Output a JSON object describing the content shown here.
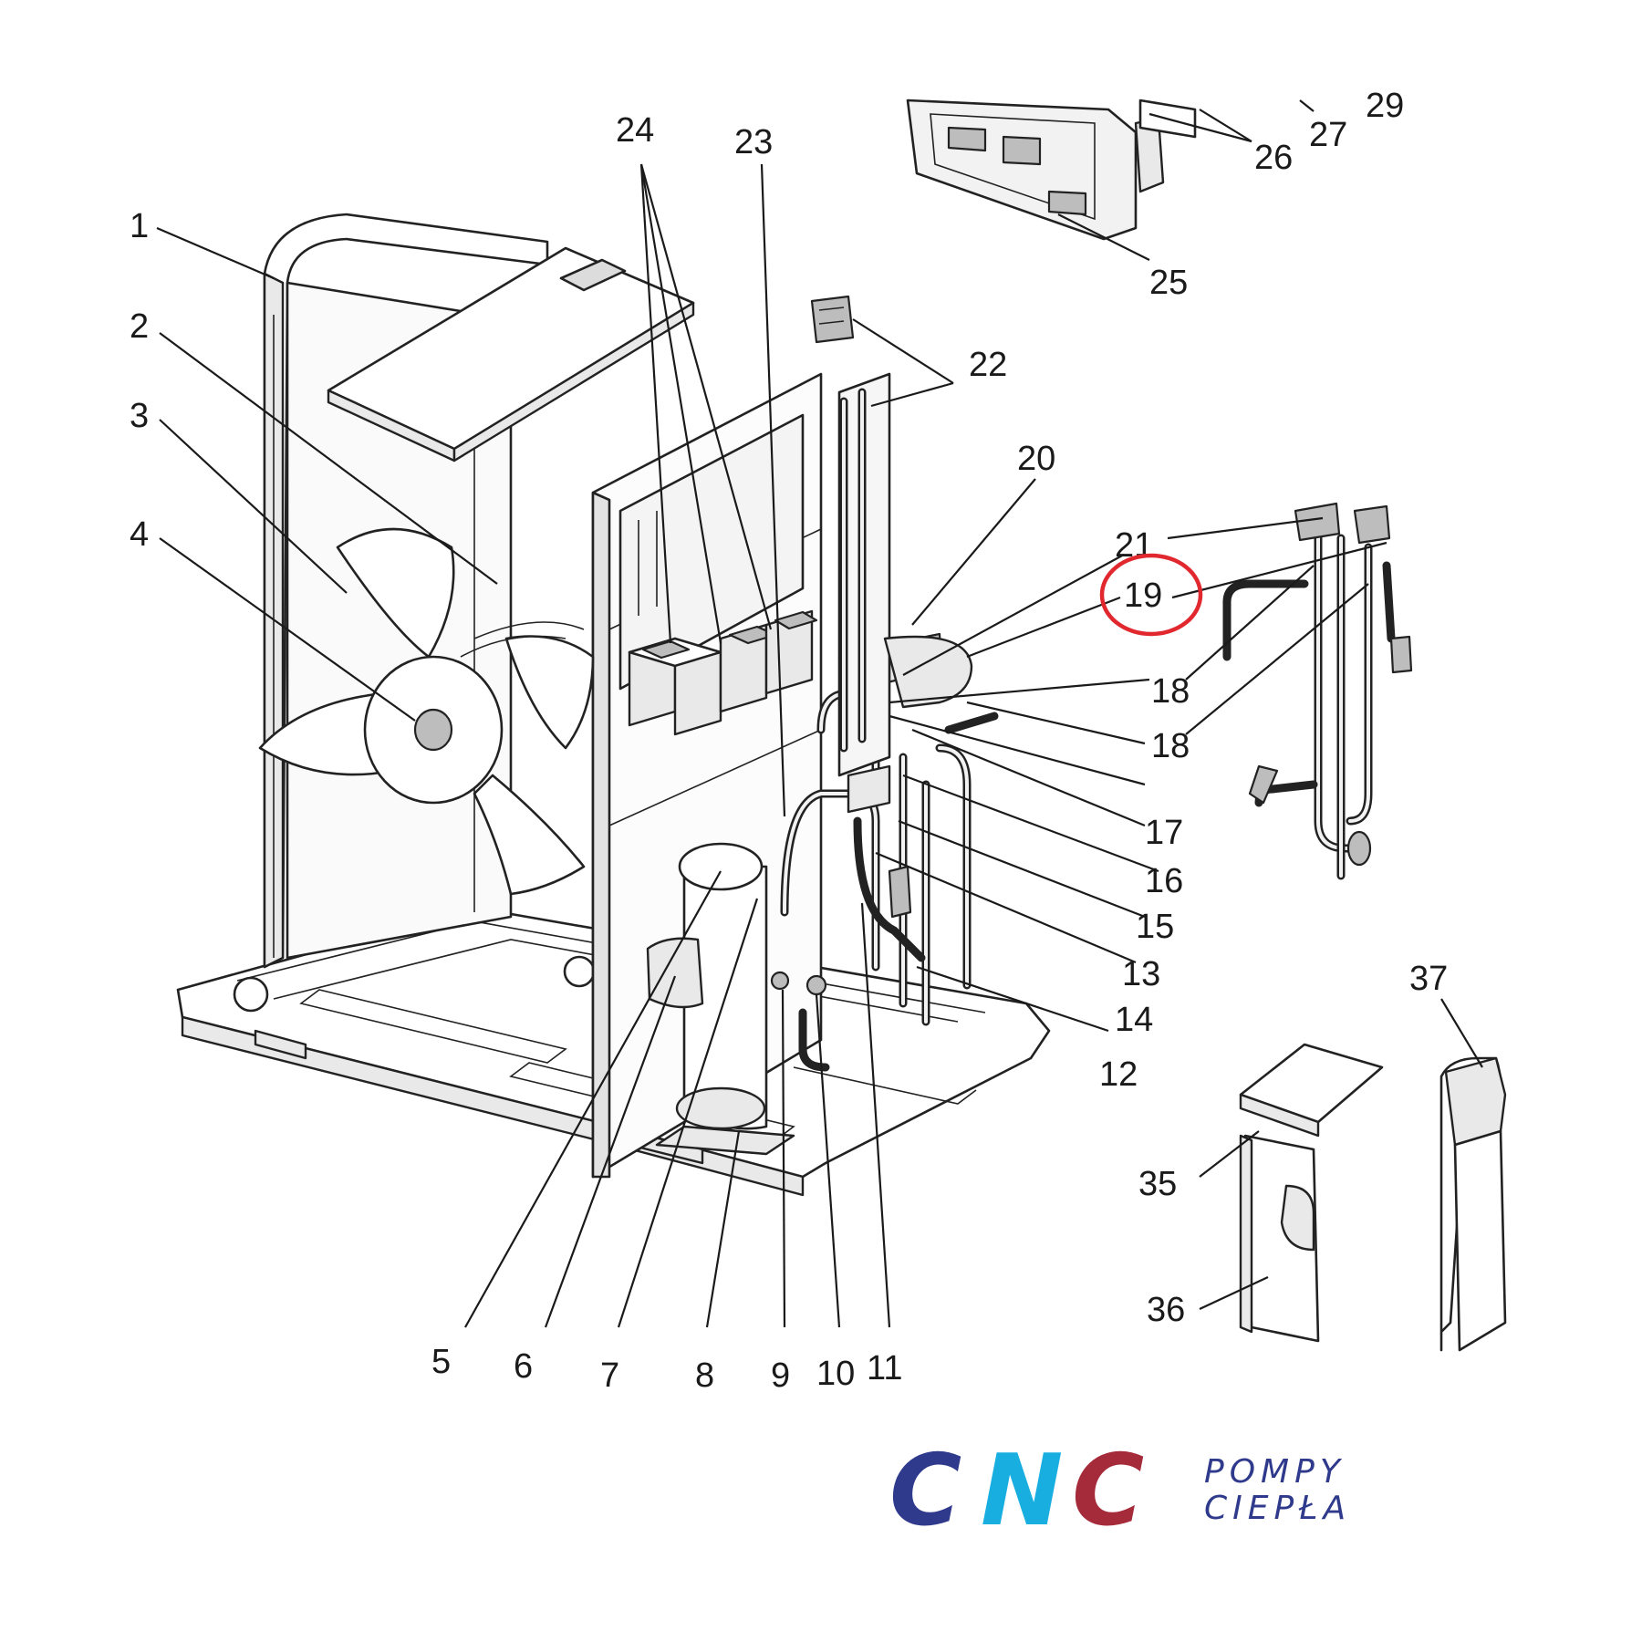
{
  "diagram": {
    "callouts": [
      {
        "id": "1",
        "text": "1"
      },
      {
        "id": "2",
        "text": "2"
      },
      {
        "id": "3",
        "text": "3"
      },
      {
        "id": "4",
        "text": "4"
      },
      {
        "id": "5",
        "text": "5"
      },
      {
        "id": "6",
        "text": "6"
      },
      {
        "id": "7",
        "text": "7"
      },
      {
        "id": "8",
        "text": "8"
      },
      {
        "id": "9",
        "text": "9"
      },
      {
        "id": "10",
        "text": "10"
      },
      {
        "id": "11",
        "text": "11"
      },
      {
        "id": "12",
        "text": "12"
      },
      {
        "id": "13",
        "text": "13"
      },
      {
        "id": "14",
        "text": "14"
      },
      {
        "id": "15",
        "text": "15"
      },
      {
        "id": "16",
        "text": "16"
      },
      {
        "id": "17",
        "text": "17"
      },
      {
        "id": "18a",
        "text": "18"
      },
      {
        "id": "18b",
        "text": "18"
      },
      {
        "id": "19",
        "text": "19"
      },
      {
        "id": "20",
        "text": "20"
      },
      {
        "id": "21",
        "text": "21"
      },
      {
        "id": "22",
        "text": "22"
      },
      {
        "id": "23",
        "text": "23"
      },
      {
        "id": "24",
        "text": "24"
      },
      {
        "id": "25",
        "text": "25"
      },
      {
        "id": "26",
        "text": "26"
      },
      {
        "id": "27",
        "text": "27"
      },
      {
        "id": "29",
        "text": "29"
      },
      {
        "id": "35",
        "text": "35"
      },
      {
        "id": "36",
        "text": "36"
      },
      {
        "id": "37",
        "text": "37"
      }
    ],
    "highlighted": "19",
    "highlight_color": "#e0282e"
  },
  "brand": {
    "c1": "C",
    "n": "N",
    "c2": "C",
    "tagline_1": "POMPY",
    "tagline_2": "CIEPŁA",
    "color_navy": "#2f3a8c",
    "color_cyan": "#19aee0",
    "color_red": "#a52a3a"
  }
}
